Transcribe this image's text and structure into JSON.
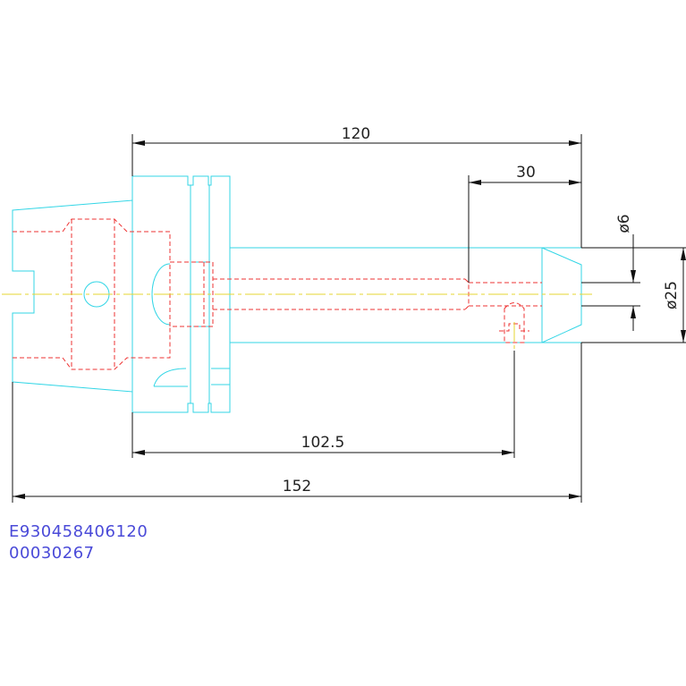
{
  "dimensions": {
    "len_120": "120",
    "len_30": "30",
    "len_102_5": "102.5",
    "len_152": "152",
    "dia_6": "ø6",
    "dia_25": "ø25"
  },
  "part_codes": {
    "code_1": "E930458406120",
    "code_2": "00030267"
  },
  "colors": {
    "outline": "#33d6e6",
    "hidden_lines": "#ee3333",
    "centerline": "#e6d630",
    "dimension_lines": "#111111",
    "code_text": "#4a4ad8"
  }
}
